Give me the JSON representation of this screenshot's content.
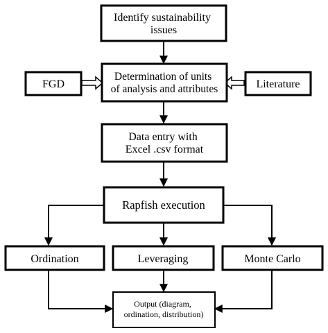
{
  "nodes": {
    "identify": {
      "lines": [
        "Identify sustainability",
        "issues"
      ]
    },
    "determination": {
      "lines": [
        "Determination of units",
        "of analysis and attributes"
      ]
    },
    "fgd": {
      "lines": [
        "FGD"
      ]
    },
    "literature": {
      "lines": [
        "Literature"
      ]
    },
    "data_entry": {
      "lines": [
        "Data entry with",
        "Excel .csv format"
      ]
    },
    "rapfish": {
      "lines": [
        "Rapfish execution"
      ]
    },
    "ordination": {
      "lines": [
        "Ordination"
      ]
    },
    "leveraging": {
      "lines": [
        "Leveraging"
      ]
    },
    "monte_carlo": {
      "lines": [
        "Monte Carlo"
      ]
    },
    "output": {
      "lines": [
        "Output (diagram,",
        "ordination, distribution)"
      ]
    }
  },
  "colors": {
    "stroke": "#000000",
    "fill": "#ffffff",
    "text": "#000000"
  }
}
